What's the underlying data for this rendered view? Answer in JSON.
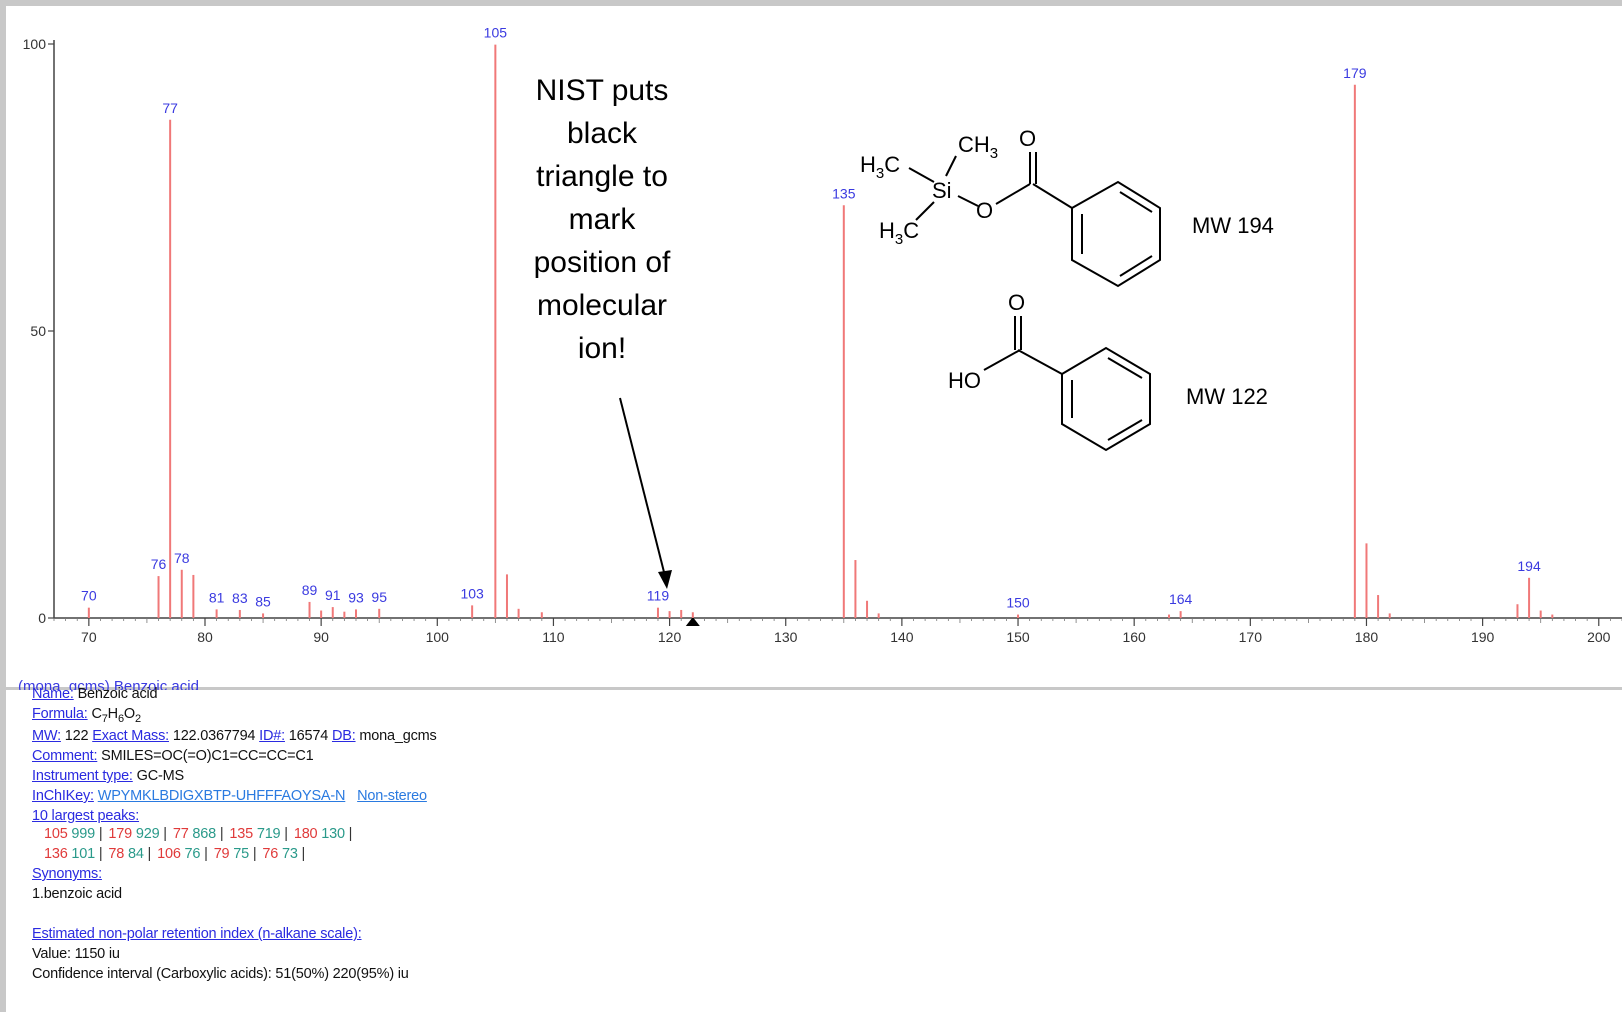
{
  "chart_data": {
    "type": "bar",
    "title": "",
    "xlabel": "",
    "ylabel": "",
    "xlim": [
      67,
      202
    ],
    "ylim": [
      0,
      100
    ],
    "x_ticks": [
      70,
      80,
      90,
      100,
      110,
      120,
      130,
      140,
      150,
      160,
      170,
      180,
      190,
      200
    ],
    "y_ticks": [
      0,
      50,
      100
    ],
    "peaks": [
      {
        "mz": 70,
        "intensity": 1.8
      },
      {
        "mz": 76,
        "intensity": 7.3
      },
      {
        "mz": 77,
        "intensity": 86.8
      },
      {
        "mz": 78,
        "intensity": 8.4
      },
      {
        "mz": 79,
        "intensity": 7.5
      },
      {
        "mz": 81,
        "intensity": 1.5
      },
      {
        "mz": 83,
        "intensity": 1.4
      },
      {
        "mz": 85,
        "intensity": 0.8
      },
      {
        "mz": 89,
        "intensity": 2.8
      },
      {
        "mz": 90,
        "intensity": 1.3
      },
      {
        "mz": 91,
        "intensity": 1.9
      },
      {
        "mz": 92,
        "intensity": 1.1
      },
      {
        "mz": 93,
        "intensity": 1.5
      },
      {
        "mz": 95,
        "intensity": 1.6
      },
      {
        "mz": 103,
        "intensity": 2.2
      },
      {
        "mz": 105,
        "intensity": 99.9
      },
      {
        "mz": 106,
        "intensity": 7.6
      },
      {
        "mz": 107,
        "intensity": 1.6
      },
      {
        "mz": 109,
        "intensity": 1.0
      },
      {
        "mz": 119,
        "intensity": 1.8
      },
      {
        "mz": 120,
        "intensity": 1.2
      },
      {
        "mz": 121,
        "intensity": 1.4
      },
      {
        "mz": 122,
        "intensity": 1.0
      },
      {
        "mz": 135,
        "intensity": 71.9
      },
      {
        "mz": 136,
        "intensity": 10.1
      },
      {
        "mz": 137,
        "intensity": 3.0
      },
      {
        "mz": 138,
        "intensity": 0.8
      },
      {
        "mz": 150,
        "intensity": 0.6
      },
      {
        "mz": 163,
        "intensity": 0.6
      },
      {
        "mz": 164,
        "intensity": 1.2
      },
      {
        "mz": 179,
        "intensity": 92.9
      },
      {
        "mz": 180,
        "intensity": 13.0
      },
      {
        "mz": 181,
        "intensity": 4.0
      },
      {
        "mz": 182,
        "intensity": 0.8
      },
      {
        "mz": 193,
        "intensity": 2.4
      },
      {
        "mz": 194,
        "intensity": 7.0
      },
      {
        "mz": 195,
        "intensity": 1.3
      },
      {
        "mz": 196,
        "intensity": 0.6
      }
    ],
    "labeled_peaks": [
      70,
      76,
      77,
      78,
      81,
      83,
      85,
      89,
      91,
      93,
      95,
      103,
      105,
      119,
      135,
      150,
      164,
      179,
      194
    ],
    "molecular_ion_marker_mz": 122,
    "peak_color": "#f07878",
    "label_color": "#3a3ae0"
  },
  "annotation": {
    "lines": [
      "NIST puts",
      "black",
      "triangle to",
      "mark",
      "position of",
      "molecular",
      "ion!"
    ]
  },
  "structures": {
    "tms_ester": {
      "labels": {
        "h3c_top": "H",
        "h3c_top_sub": "3",
        "h3c_top_c": "C",
        "ch3": "CH",
        "ch3_sub": "3",
        "si": "Si",
        "o_ester": "O",
        "o_carbonyl": "O",
        "h3c_bot": "H",
        "h3c_bot_sub": "3",
        "h3c_bot_c": "C"
      },
      "mw_label": "MW 194"
    },
    "benzoic_acid": {
      "labels": {
        "ho": "HO",
        "o_carbonyl": "O"
      },
      "mw_label": "MW 122"
    }
  },
  "caption": "(mona_gcms) Benzoic acid",
  "info": {
    "name_label": "Name:",
    "name_value": "Benzoic acid",
    "formula_label": "Formula:",
    "formula_c": "C",
    "formula_c_n": "7",
    "formula_h": "H",
    "formula_h_n": "6",
    "formula_o": "O",
    "formula_o_n": "2",
    "mw_label": "MW:",
    "mw_value": "122",
    "exact_mass_label": "Exact Mass:",
    "exact_mass_value": "122.0367794",
    "id_label": "ID#:",
    "id_value": "16574",
    "db_label": "DB:",
    "db_value": "mona_gcms",
    "comment_label": "Comment:",
    "comment_value": "SMILES=OC(=O)C1=CC=CC=C1",
    "instrument_label": "Instrument type:",
    "instrument_value": "GC-MS",
    "inchikey_label": "InChIKey:",
    "inchikey_value": "WPYMKLBDIGXBTP-UHFFFAOYSA-N",
    "nonstereo_label": "Non-stereo",
    "largest_label": "10 largest peaks:",
    "largest_row1": [
      [
        "105",
        "999"
      ],
      [
        "179",
        "929"
      ],
      [
        "77",
        "868"
      ],
      [
        "135",
        "719"
      ],
      [
        "180",
        "130"
      ]
    ],
    "largest_row2": [
      [
        "136",
        "101"
      ],
      [
        "78",
        "84"
      ],
      [
        "106",
        "76"
      ],
      [
        "79",
        "75"
      ],
      [
        "76",
        "73"
      ]
    ],
    "synonyms_label": "Synonyms:",
    "synonym_1": "1.benzoic acid",
    "ri_label": "Estimated non-polar retention index (n-alkane scale):",
    "ri_value": "Value: 1150 iu",
    "ci_value": "Confidence interval (Carboxylic acids):  51(50%) 220(95%) iu"
  }
}
